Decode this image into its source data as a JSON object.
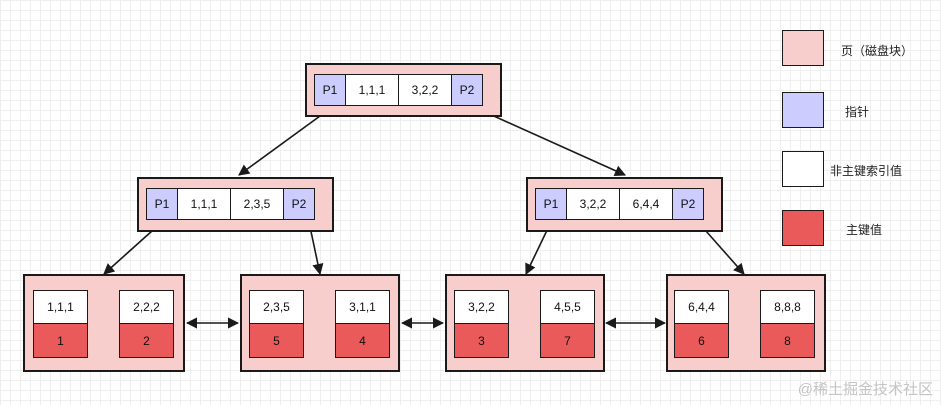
{
  "legend": {
    "page": "页（磁盘块）",
    "pointer": "指针",
    "non_primary_index_value": "非主键索引值",
    "primary_key_value": "主键值"
  },
  "colors": {
    "page": "#f8cecc",
    "pointer": "#ccccff",
    "index_value": "#ffffff",
    "primary_key": "#ea5a5a"
  },
  "root": {
    "p1": "P1",
    "k1": "1,1,1",
    "k2": "3,2,2",
    "p2": "P2"
  },
  "internal_left": {
    "p1": "P1",
    "k1": "1,1,1",
    "k2": "2,3,5",
    "p2": "P2"
  },
  "internal_right": {
    "p1": "P1",
    "k1": "3,2,2",
    "k2": "6,4,4",
    "p2": "P2"
  },
  "leaves": [
    {
      "key1": "1,1,1",
      "val1": "1",
      "key2": "2,2,2",
      "val2": "2"
    },
    {
      "key1": "2,3,5",
      "val1": "5",
      "key2": "3,1,1",
      "val2": "4"
    },
    {
      "key1": "3,2,2",
      "val1": "3",
      "key2": "4,5,5",
      "val2": "7"
    },
    {
      "key1": "6,4,4",
      "val1": "6",
      "key2": "8,8,8",
      "val2": "8"
    }
  ],
  "watermark": "@稀土掘金技术社区"
}
